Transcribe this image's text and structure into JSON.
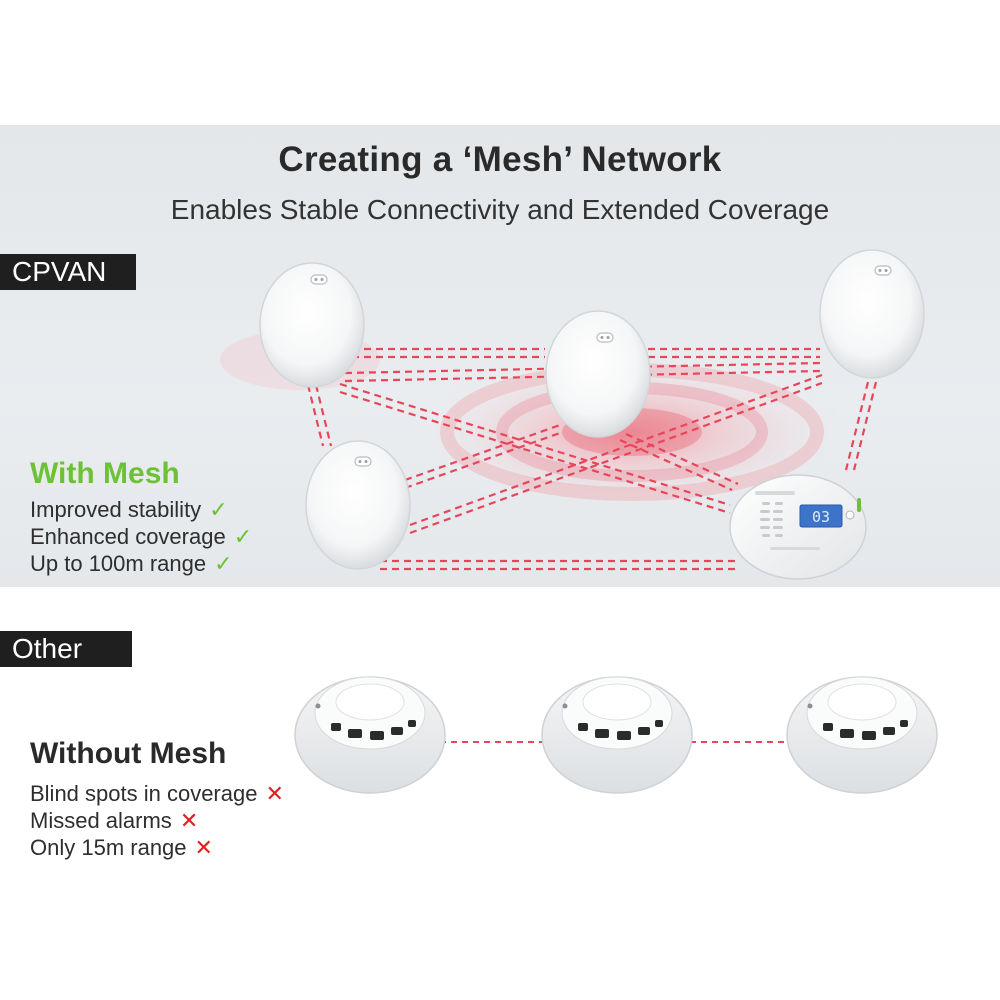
{
  "header": {
    "title": "Creating a ‘Mesh’ Network",
    "subtitle": "Enables Stable Connectivity and Extended Coverage"
  },
  "brand_tag": "CPVAN",
  "other_tag": "Other",
  "with_mesh": {
    "title": "With Mesh",
    "features": [
      "Improved stability",
      "Enhanced coverage",
      "Up to 100m range"
    ],
    "mark": "✓"
  },
  "without_mesh": {
    "title": "Without Mesh",
    "features": [
      "Blind spots in coverage",
      "Missed alarms",
      "Only 15m range"
    ],
    "mark": "✕"
  },
  "co_display": "03",
  "colors": {
    "accent_green": "#6cc234",
    "mesh_link_red": "#e8455a",
    "cross_red": "#e02020",
    "tag_bg": "#1f1f1f"
  }
}
